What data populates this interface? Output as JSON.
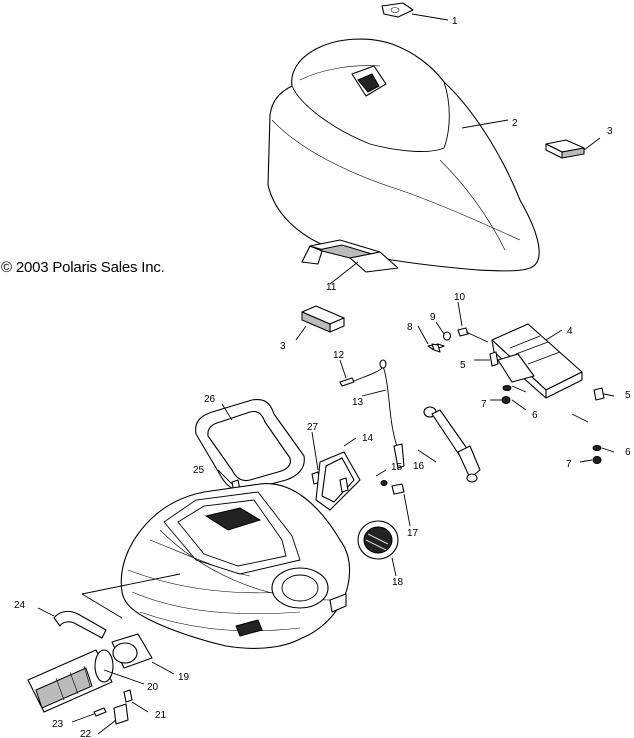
{
  "copyright": "© 2003 Polaris Sales Inc.",
  "labels": [
    "1",
    "2",
    "3",
    "11",
    "3",
    "12",
    "13",
    "10",
    "9",
    "8",
    "4",
    "5",
    "5",
    "7",
    "6",
    "6",
    "7",
    "26",
    "27",
    "14",
    "25",
    "15",
    "16",
    "17",
    "18",
    "24",
    "19",
    "20",
    "21",
    "22",
    "23"
  ]
}
